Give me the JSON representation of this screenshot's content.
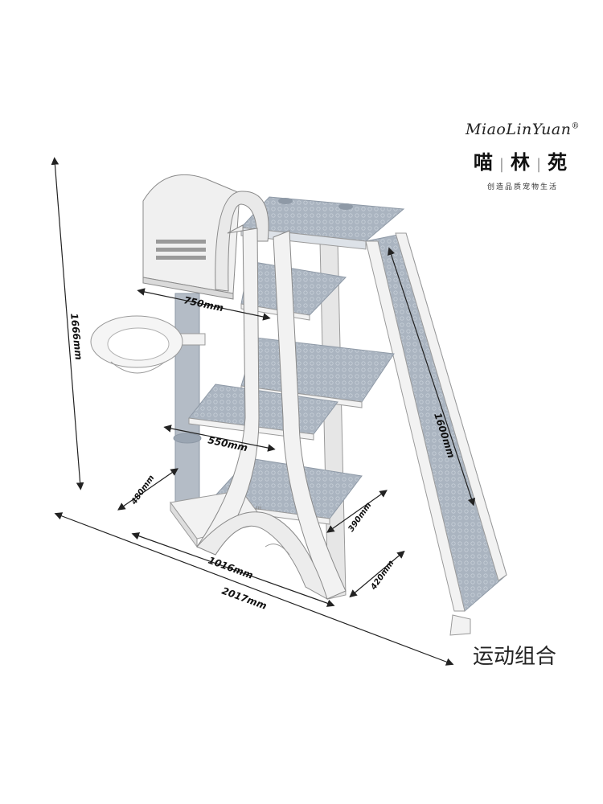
{
  "brand": {
    "logo": "MiaoLinYuan",
    "registered": "®",
    "chinese": [
      "喵",
      "林",
      "苑"
    ],
    "separator": "|",
    "tagline": "创造品质宠物生活"
  },
  "dimensions": {
    "height": "1666mm",
    "total_width": "2017mm",
    "base_width": "1016mm",
    "top_depth": "750mm",
    "mid_width": "550mm",
    "ramp_length": "1600mm",
    "post_depth": "480mm",
    "lower_step": "390mm",
    "base_depth": "420mm"
  },
  "caption": "运动组合",
  "colors": {
    "frame": "#f2f2f2",
    "frame_edge": "#9a9a9a",
    "fabric": "#aab4c0",
    "fabric_dark": "#8e99a6",
    "post": "#b4bcc6",
    "dim_line": "#222222"
  }
}
